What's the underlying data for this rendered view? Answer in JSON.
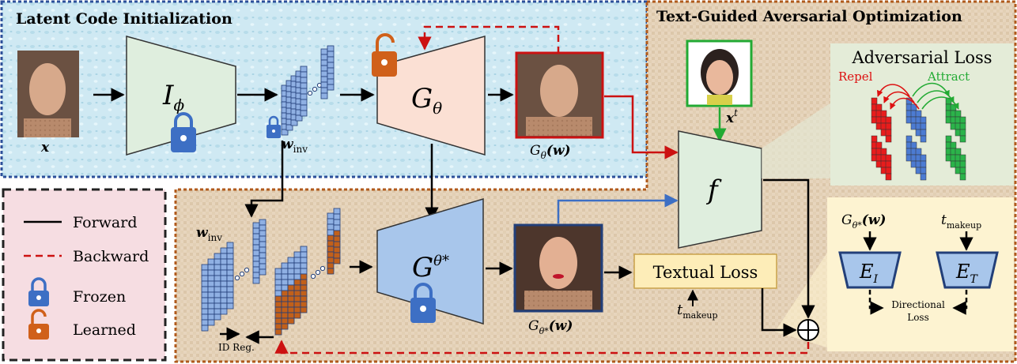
{
  "sections": {
    "latent": "Latent Code Initialization",
    "adversarial": "Text-Guided Aversarial Optimization"
  },
  "blocks": {
    "encoder": "I",
    "encoder_sub": "ϕ",
    "generator": "G",
    "generator_sub": "θ",
    "tuned_generator": "G",
    "tuned_generator_sub": "θ*",
    "face_model": "f",
    "textual_loss": "Textual Loss"
  },
  "labels": {
    "input_x": "x",
    "w_inv": "w",
    "w_inv_sub": "inv",
    "w_inv2": "w",
    "w_inv2_sub": "inv",
    "g_out": "G",
    "g_out_sub": "θ",
    "g_out_arg": "(w)",
    "gstar_out": "G",
    "gstar_out_sub": "θ*",
    "gstar_out_arg": "(w)",
    "target": "x",
    "target_sup": "t",
    "t_makeup": "t",
    "t_makeup_sub": "makeup",
    "id_reg": "ID Reg."
  },
  "adv_panel": {
    "title": "Adversarial Loss",
    "repel": "Repel",
    "attract": "Attract"
  },
  "dir_panel": {
    "g_label": "G",
    "g_label_sub": "θ*",
    "g_label_arg": "(w)",
    "t_label": "t",
    "t_label_sub": "makeup",
    "ei": "E",
    "ei_sub": "I",
    "et": "E",
    "et_sub": "T",
    "loss_line1": "Directional",
    "loss_line2": "Loss"
  },
  "legend": {
    "forward": "Forward",
    "backward": "Backward",
    "frozen": "Frozen",
    "learned": "Learned"
  },
  "colors": {
    "forward": "#000000",
    "backward": "#cc1111",
    "frozen": "#3d6fc4",
    "learned": "#d0601a",
    "repel": "#dd1111",
    "attract": "#22aa33"
  }
}
